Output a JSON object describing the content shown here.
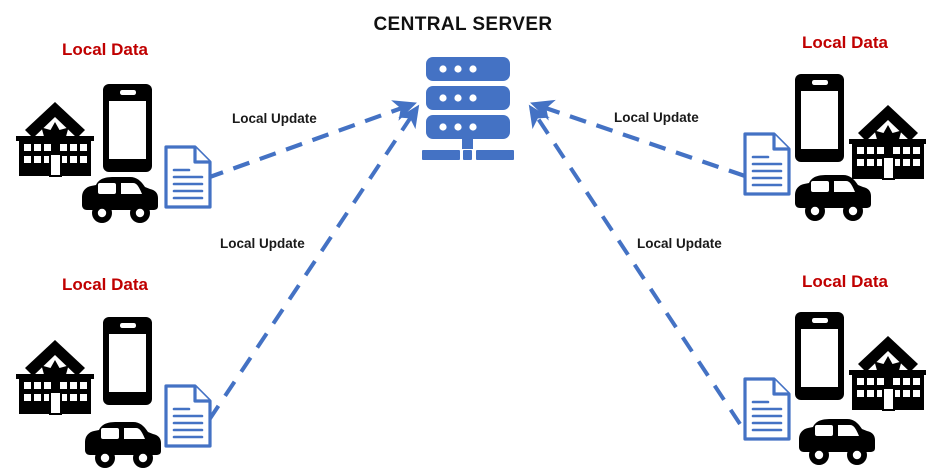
{
  "diagram": {
    "title": "CENTRAL SERVER",
    "title_color": "#111111",
    "accent_blue": "#4472C4",
    "label_red": "#C00000",
    "icon_black": "#000000",
    "background": "#FFFFFF",
    "type": "federated-learning-architecture"
  },
  "server": {
    "name": "central-server",
    "icon": "server-rack-icon",
    "rack_units": 3,
    "dots_per_unit": 3,
    "color": "#4472C4"
  },
  "nodes": [
    {
      "id": "top-left",
      "label": "Local Data",
      "layout": "hospital-left",
      "icons": [
        "hospital-icon",
        "smartphone-icon",
        "car-icon",
        "document-icon"
      ]
    },
    {
      "id": "top-right",
      "label": "Local Data",
      "layout": "hospital-right",
      "icons": [
        "document-icon",
        "smartphone-icon",
        "hospital-icon",
        "car-icon"
      ]
    },
    {
      "id": "bottom-left",
      "label": "Local Data",
      "layout": "hospital-left",
      "icons": [
        "hospital-icon",
        "smartphone-icon",
        "car-icon",
        "document-icon"
      ]
    },
    {
      "id": "bottom-right",
      "label": "Local Data",
      "layout": "hospital-right",
      "icons": [
        "document-icon",
        "smartphone-icon",
        "hospital-icon",
        "car-icon"
      ]
    }
  ],
  "connections": [
    {
      "id": "top-left-update",
      "label": "Local Update",
      "from": "top-left",
      "to": "central-server",
      "style": "dashed-arrow",
      "color": "#4472C4"
    },
    {
      "id": "top-right-update",
      "label": "Local Update",
      "from": "top-right",
      "to": "central-server",
      "style": "dashed-arrow",
      "color": "#4472C4"
    },
    {
      "id": "bottom-left-update",
      "label": "Local Update",
      "from": "bottom-left",
      "to": "central-server",
      "style": "dashed-arrow",
      "color": "#4472C4"
    },
    {
      "id": "bottom-right-update",
      "label": "Local Update",
      "from": "bottom-right",
      "to": "central-server",
      "style": "dashed-arrow",
      "color": "#4472C4"
    }
  ]
}
